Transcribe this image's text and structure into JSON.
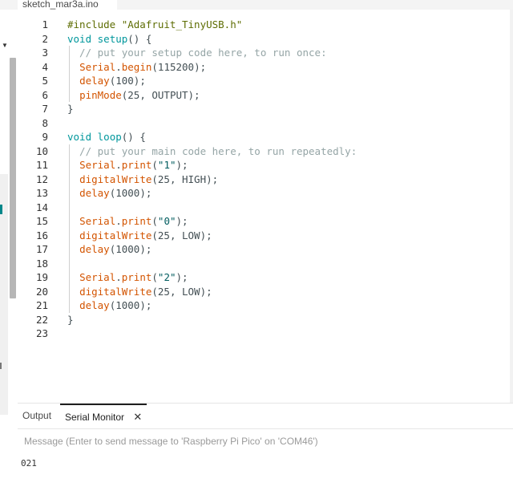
{
  "file_tab": {
    "label": "sketch_mar3a.ino"
  },
  "editor": {
    "lines": [
      {
        "n": "1",
        "tokens": [
          {
            "t": "#include \"Adafruit_TinyUSB.h\"",
            "c": "pre"
          }
        ]
      },
      {
        "n": "2",
        "tokens": [
          {
            "t": "void",
            "c": "kw"
          },
          {
            "t": " "
          },
          {
            "t": "setup",
            "c": "kw"
          },
          {
            "t": "() {"
          }
        ]
      },
      {
        "n": "3",
        "tokens": [
          {
            "t": "  // put your setup code here, to run once:",
            "c": "cm"
          }
        ]
      },
      {
        "n": "4",
        "tokens": [
          {
            "t": "  "
          },
          {
            "t": "Serial",
            "c": "fn"
          },
          {
            "t": "."
          },
          {
            "t": "begin",
            "c": "fn"
          },
          {
            "t": "(115200);"
          }
        ]
      },
      {
        "n": "5",
        "tokens": [
          {
            "t": "  "
          },
          {
            "t": "delay",
            "c": "fn"
          },
          {
            "t": "(100);"
          }
        ]
      },
      {
        "n": "6",
        "tokens": [
          {
            "t": "  "
          },
          {
            "t": "pinMode",
            "c": "fn"
          },
          {
            "t": "(25, OUTPUT);"
          }
        ]
      },
      {
        "n": "7",
        "tokens": [
          {
            "t": "}"
          }
        ]
      },
      {
        "n": "8",
        "tokens": []
      },
      {
        "n": "9",
        "tokens": [
          {
            "t": "void",
            "c": "kw"
          },
          {
            "t": " "
          },
          {
            "t": "loop",
            "c": "kw"
          },
          {
            "t": "() {"
          }
        ]
      },
      {
        "n": "10",
        "tokens": [
          {
            "t": "  // put your main code here, to run repeatedly:",
            "c": "cm"
          }
        ]
      },
      {
        "n": "11",
        "tokens": [
          {
            "t": "  "
          },
          {
            "t": "Serial",
            "c": "fn"
          },
          {
            "t": "."
          },
          {
            "t": "print",
            "c": "fn"
          },
          {
            "t": "("
          },
          {
            "t": "\"1\"",
            "c": "str"
          },
          {
            "t": ");"
          }
        ]
      },
      {
        "n": "12",
        "tokens": [
          {
            "t": "  "
          },
          {
            "t": "digitalWrite",
            "c": "fn"
          },
          {
            "t": "(25, HIGH);"
          }
        ]
      },
      {
        "n": "13",
        "tokens": [
          {
            "t": "  "
          },
          {
            "t": "delay",
            "c": "fn"
          },
          {
            "t": "(1000);"
          }
        ]
      },
      {
        "n": "14",
        "tokens": []
      },
      {
        "n": "15",
        "tokens": [
          {
            "t": "  "
          },
          {
            "t": "Serial",
            "c": "fn"
          },
          {
            "t": "."
          },
          {
            "t": "print",
            "c": "fn"
          },
          {
            "t": "("
          },
          {
            "t": "\"0\"",
            "c": "str"
          },
          {
            "t": ");"
          }
        ]
      },
      {
        "n": "16",
        "tokens": [
          {
            "t": "  "
          },
          {
            "t": "digitalWrite",
            "c": "fn"
          },
          {
            "t": "(25, LOW);"
          }
        ]
      },
      {
        "n": "17",
        "tokens": [
          {
            "t": "  "
          },
          {
            "t": "delay",
            "c": "fn"
          },
          {
            "t": "(1000);"
          }
        ]
      },
      {
        "n": "18",
        "tokens": []
      },
      {
        "n": "19",
        "tokens": [
          {
            "t": "  "
          },
          {
            "t": "Serial",
            "c": "fn"
          },
          {
            "t": "."
          },
          {
            "t": "print",
            "c": "fn"
          },
          {
            "t": "("
          },
          {
            "t": "\"2\"",
            "c": "str"
          },
          {
            "t": ");"
          }
        ]
      },
      {
        "n": "20",
        "tokens": [
          {
            "t": "  "
          },
          {
            "t": "digitalWrite",
            "c": "fn"
          },
          {
            "t": "(25, LOW);"
          }
        ]
      },
      {
        "n": "21",
        "tokens": [
          {
            "t": "  "
          },
          {
            "t": "delay",
            "c": "fn"
          },
          {
            "t": "(1000);"
          }
        ]
      },
      {
        "n": "22",
        "tokens": [
          {
            "t": "}"
          }
        ]
      },
      {
        "n": "23",
        "tokens": []
      }
    ]
  },
  "bottom_panel": {
    "tabs": [
      {
        "label": "Output",
        "active": false
      },
      {
        "label": "Serial Monitor",
        "active": true,
        "closable": true
      }
    ],
    "close_glyph": "✕",
    "message_placeholder": "Message (Enter to send message to 'Raspberry Pi Pico' on 'COM46')",
    "monitor_output": "021"
  },
  "colors": {
    "keyword": "#00979c",
    "function": "#d35400",
    "comment": "#95a5a6",
    "string": "#005c5f",
    "preprocessor": "#5e6d03",
    "accent": "#00878a"
  },
  "icons": {
    "collapse": "chevron-down-icon",
    "close": "close-icon"
  }
}
